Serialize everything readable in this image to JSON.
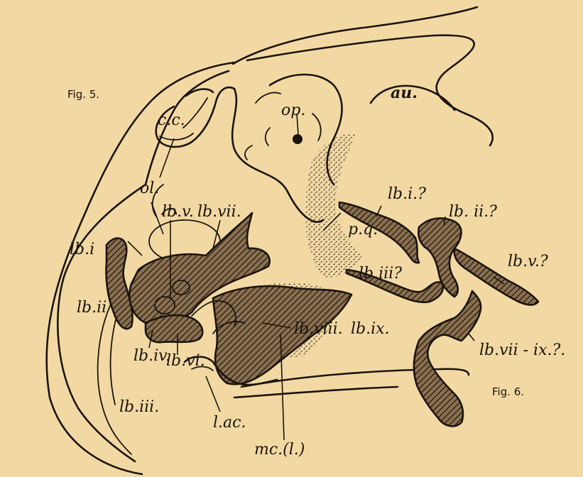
{
  "figure_captions": {
    "fig5": "Fig. 5.",
    "fig6": "Fig. 6."
  },
  "labels": {
    "cc": "c.c.",
    "op": "op.",
    "au": "au.",
    "ol": "ol.",
    "lb_i": "lb.i",
    "lb_ii": "lb.ii",
    "lb_iii": "lb.iii.",
    "lb_iv": "lb.iv.",
    "lb_v": "lb.v.",
    "lb_vi": "lb.vi.",
    "lb_vii": "lb.vii.",
    "lb_viii": "lb.viii.",
    "lb_ix": "lb.ix.",
    "pq": "p.q.",
    "lac": "l.ac.",
    "mc": "mc.(l.)",
    "f6_lb_i": "lb.i.?",
    "f6_lb_ii": "lb. ii.?",
    "f6_lb_iii": "lb.iii?",
    "f6_lb_v": "lb.v.?",
    "f6_lb_vii_ix": "lb.vii - ix.?."
  },
  "colors": {
    "paper": "#f2d9a4",
    "ink": "#1c140c"
  }
}
